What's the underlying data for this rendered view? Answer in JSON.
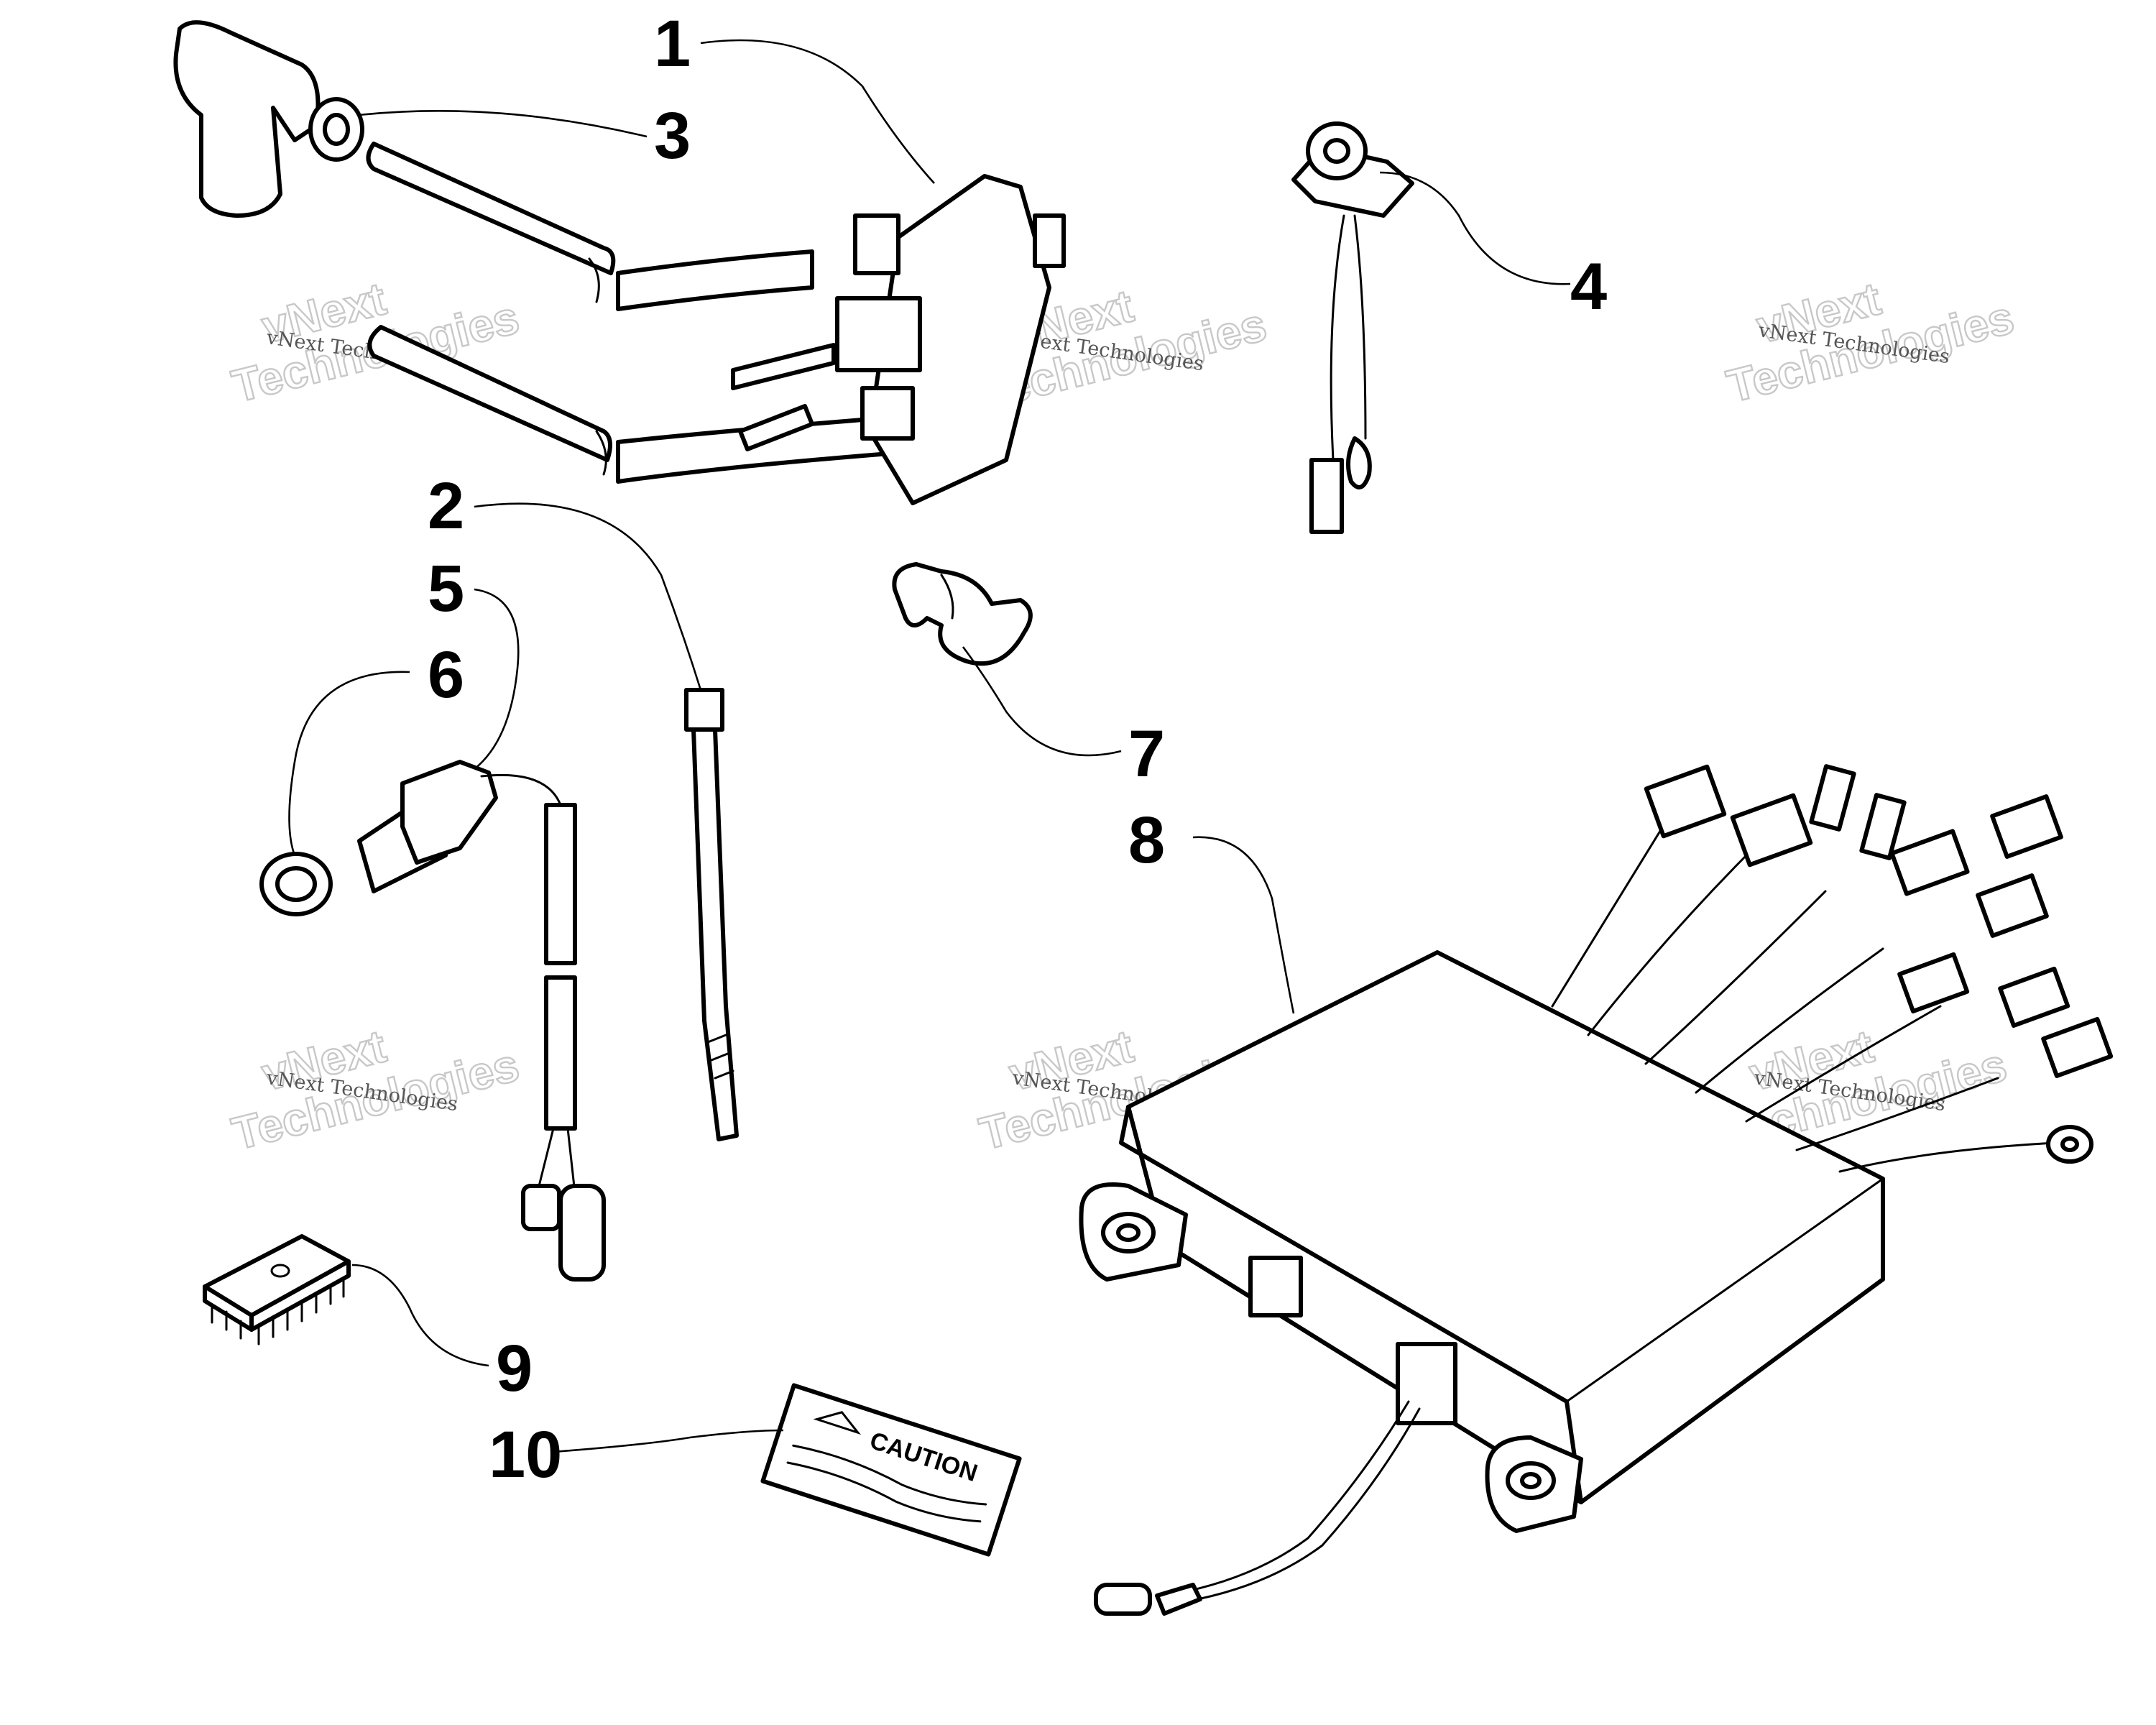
{
  "callouts": [
    {
      "label": "1"
    },
    {
      "label": "2"
    },
    {
      "label": "3"
    },
    {
      "label": "4"
    },
    {
      "label": "5"
    },
    {
      "label": "6"
    },
    {
      "label": "7"
    },
    {
      "label": "8"
    },
    {
      "label": "9"
    },
    {
      "label": "10"
    }
  ],
  "watermark": {
    "line1": "vNext",
    "line2": "Technologies",
    "small": "vNext Technologies"
  },
  "caution_decal": {
    "text": "CAUTION"
  }
}
